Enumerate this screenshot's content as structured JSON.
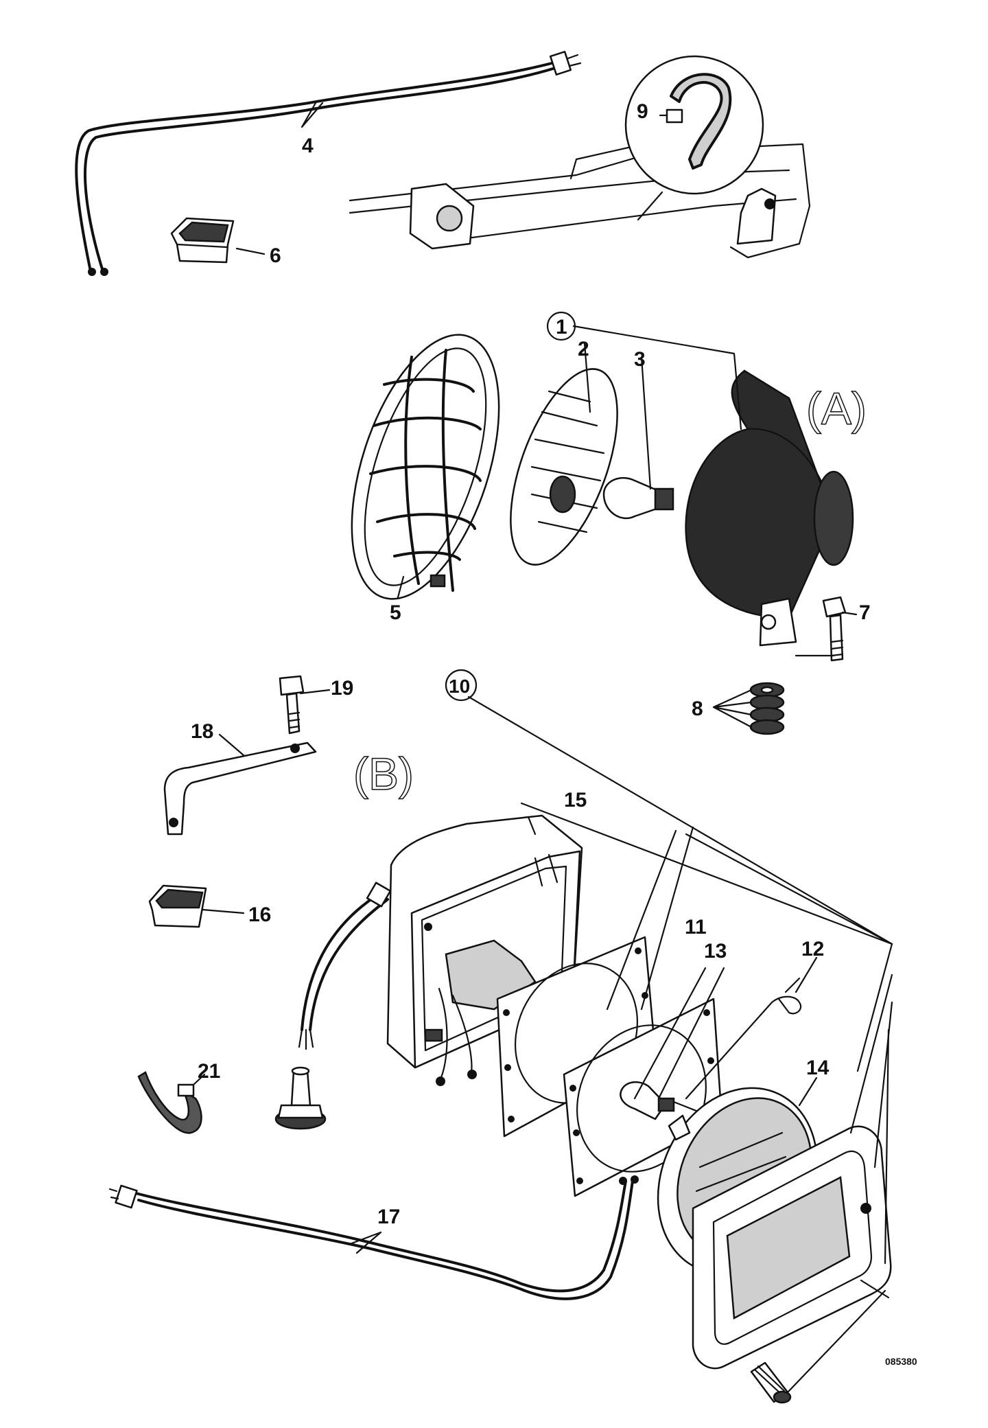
{
  "diagram": {
    "section_labels": {
      "a": "(A)",
      "b": "(B)"
    },
    "drawing_code": "085380",
    "callouts": {
      "c1": "1",
      "c2": "2",
      "c3": "3",
      "c4": "4",
      "c5": "5",
      "c6": "6",
      "c7": "7",
      "c8": "8",
      "c9": "9",
      "c10": "10",
      "c11": "11",
      "c12": "12",
      "c13": "13",
      "c14": "14",
      "c15": "15",
      "c16": "16",
      "c17": "17",
      "c18": "18",
      "c19": "19",
      "c21": "21"
    }
  }
}
